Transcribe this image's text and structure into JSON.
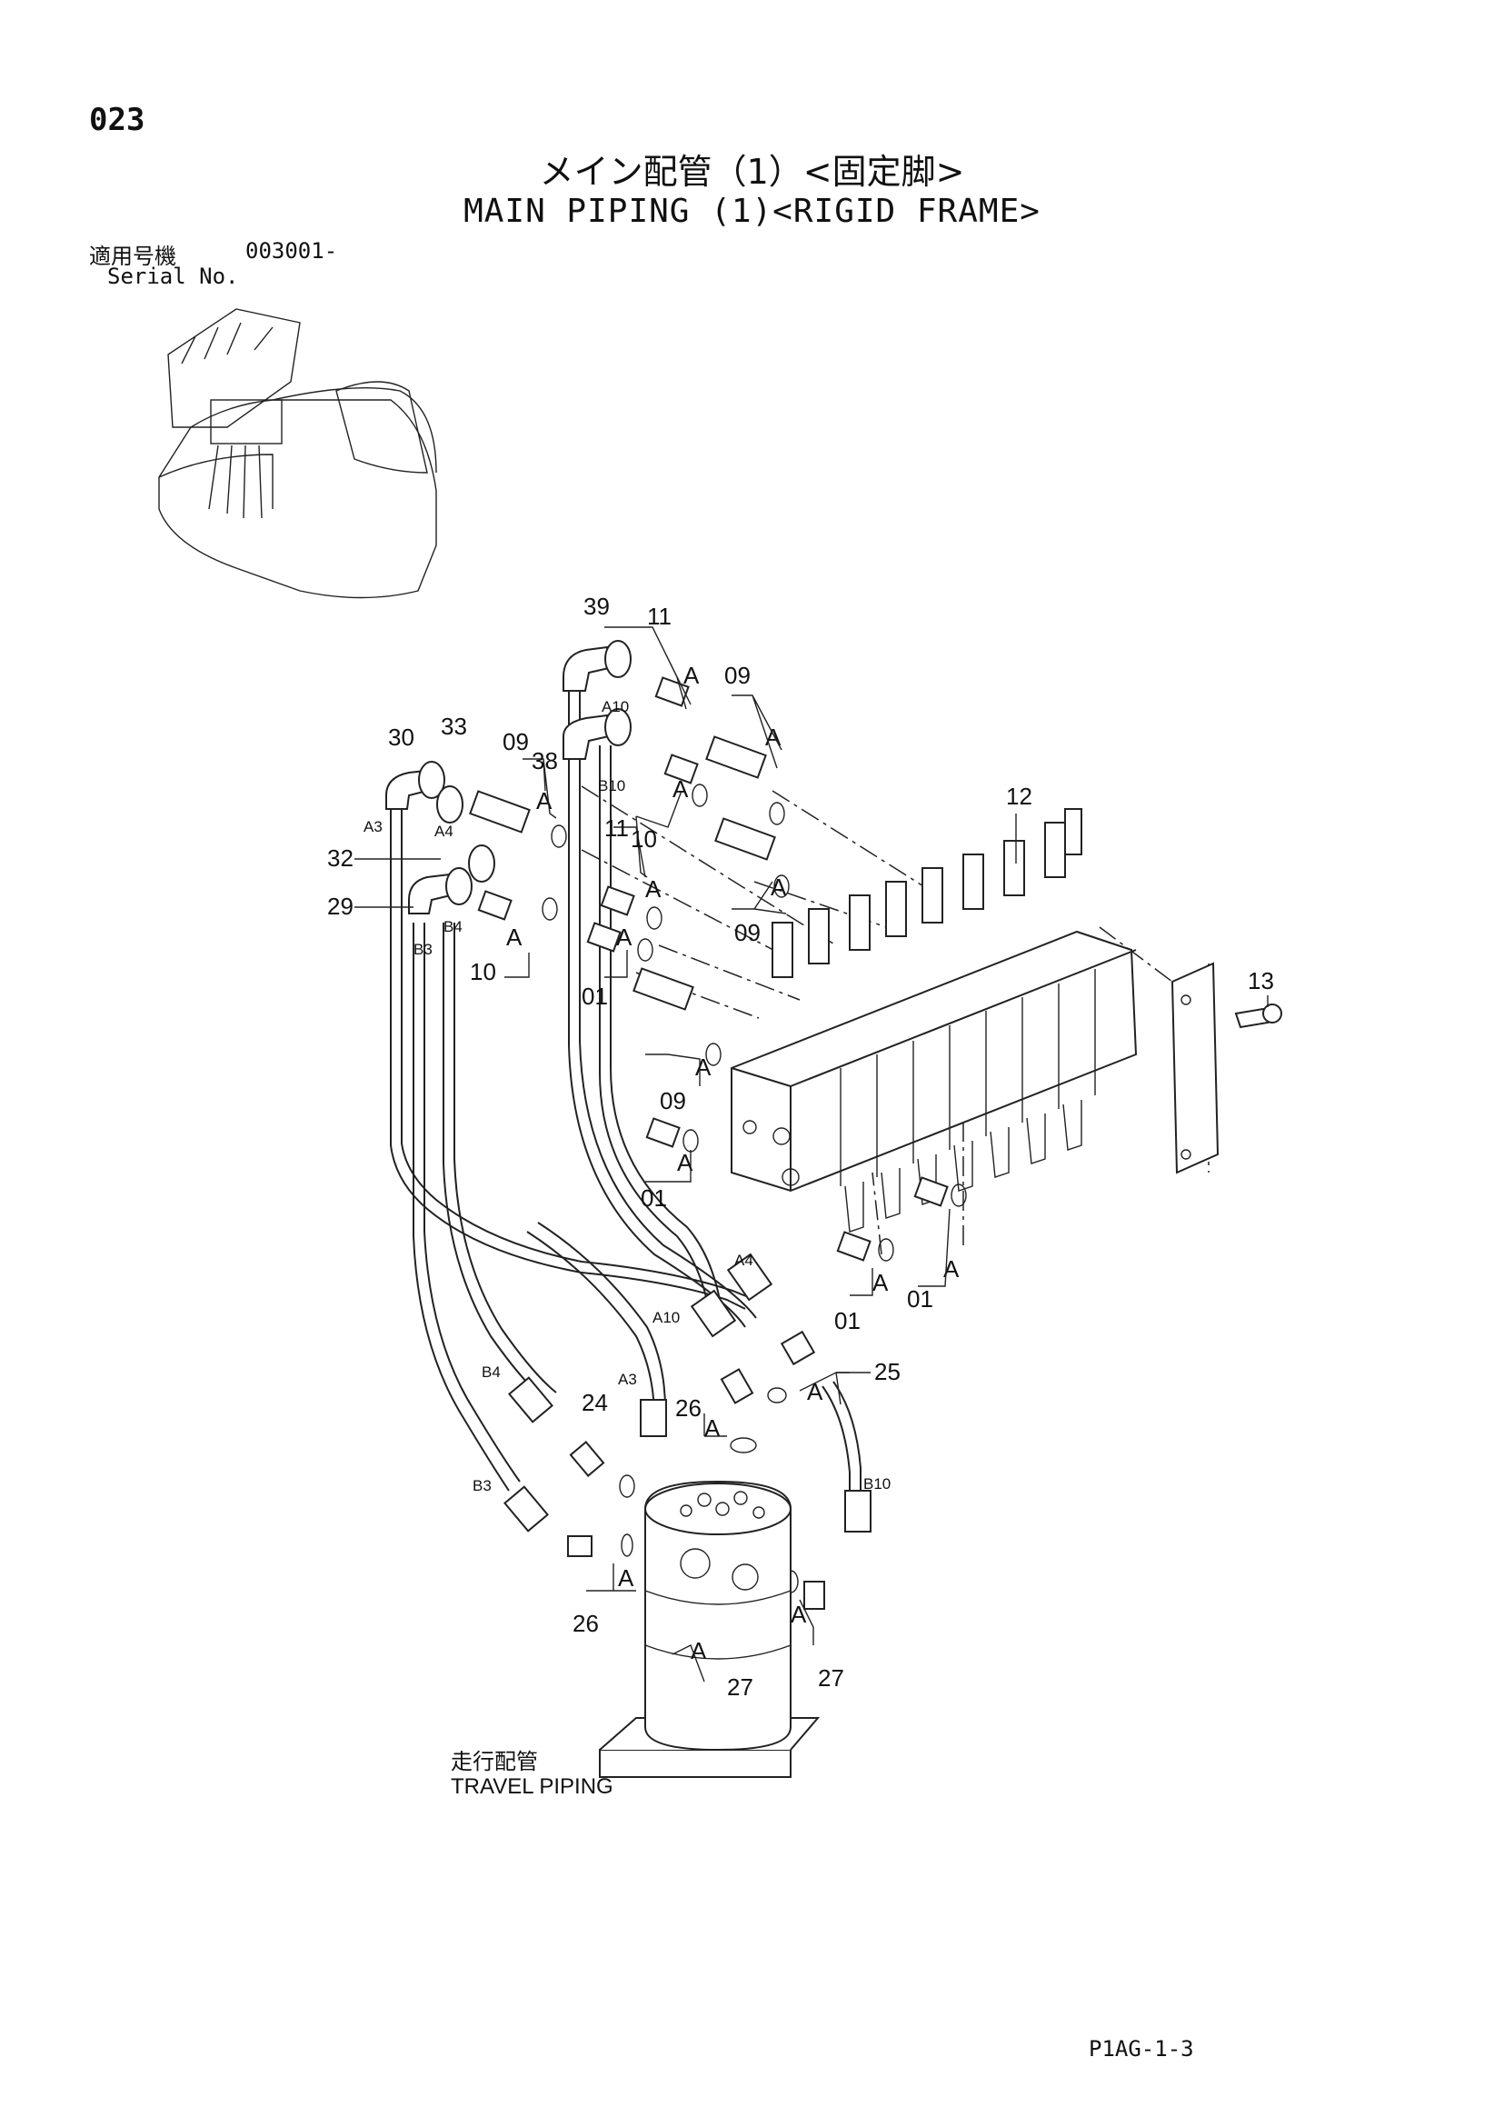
{
  "page_number": "023",
  "title_jp": "メイン配管（1）<固定脚>",
  "title_en": "MAIN PIPING (1)<RIGID FRAME>",
  "serial": {
    "label_jp": "適用号機",
    "value": "003001-",
    "label_en": "Serial No."
  },
  "travel_piping": {
    "jp": "走行配管",
    "en": "TRAVEL PIPING"
  },
  "footer_code": "P1AG-1-3",
  "part_labels": [
    {
      "id": "39",
      "text": "39"
    },
    {
      "id": "11a",
      "text": "11"
    },
    {
      "id": "09a",
      "text": "09"
    },
    {
      "id": "33",
      "text": "33"
    },
    {
      "id": "30",
      "text": "30"
    },
    {
      "id": "09b",
      "text": "09"
    },
    {
      "id": "38",
      "text": "38"
    },
    {
      "id": "12",
      "text": "12"
    },
    {
      "id": "32",
      "text": "32"
    },
    {
      "id": "29",
      "text": "29"
    },
    {
      "id": "10a",
      "text": "10"
    },
    {
      "id": "11b",
      "text": "11"
    },
    {
      "id": "10b",
      "text": "10"
    },
    {
      "id": "09c",
      "text": "09"
    },
    {
      "id": "01a",
      "text": "01"
    },
    {
      "id": "13",
      "text": "13"
    },
    {
      "id": "09d",
      "text": "09"
    },
    {
      "id": "01b",
      "text": "01"
    },
    {
      "id": "01c",
      "text": "01"
    },
    {
      "id": "01d",
      "text": "01"
    },
    {
      "id": "25",
      "text": "25"
    },
    {
      "id": "24",
      "text": "24"
    },
    {
      "id": "26a",
      "text": "26"
    },
    {
      "id": "26b",
      "text": "26"
    },
    {
      "id": "27a",
      "text": "27"
    },
    {
      "id": "27b",
      "text": "27"
    }
  ],
  "port_labels": [
    "A10",
    "B10",
    "A3",
    "A4",
    "B3",
    "B4",
    "A4",
    "A10",
    "B4",
    "A3",
    "B3",
    "B10"
  ],
  "ref_letter": "A"
}
